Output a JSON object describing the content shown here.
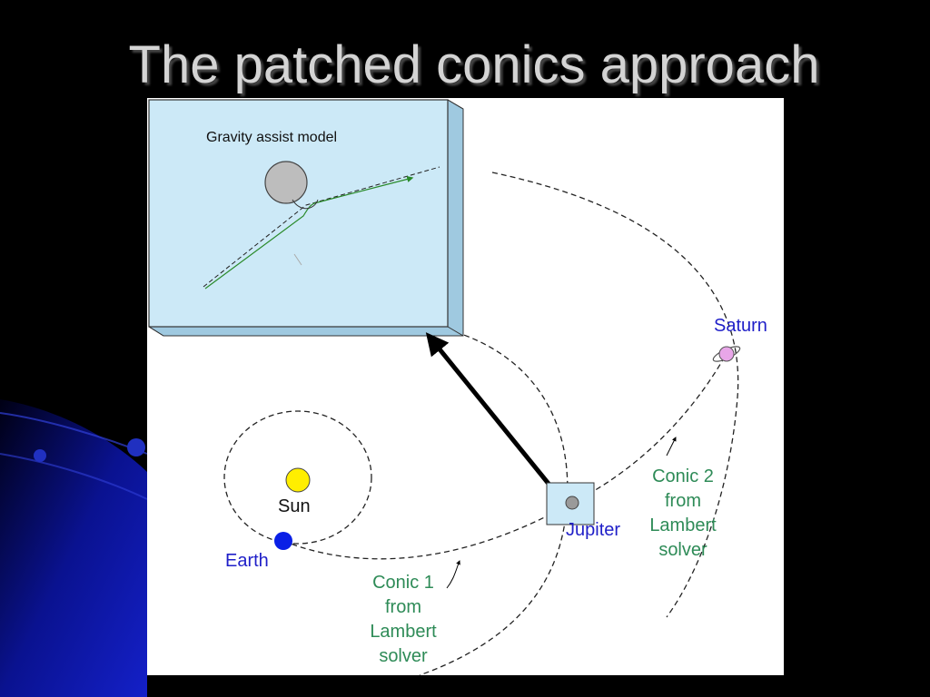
{
  "slide": {
    "title": "The patched conics approach"
  },
  "diagram": {
    "inset_title": "Gravity assist model",
    "labels": {
      "sun": "Sun",
      "earth": "Earth",
      "jupiter": "Jupiter",
      "saturn": "Saturn"
    },
    "conic1": [
      "Conic 1",
      "from",
      "Lambert",
      "solver"
    ],
    "conic2": [
      "Conic 2",
      "from",
      "Lambert",
      "solver"
    ],
    "colors": {
      "planet_label": "#1f1fc8",
      "conic_label": "#2e8b57",
      "inset_fill": "#cce9f7",
      "sun": "#ffee00",
      "earth": "#0a1fe6",
      "saturn": "#e8a6e8"
    }
  }
}
